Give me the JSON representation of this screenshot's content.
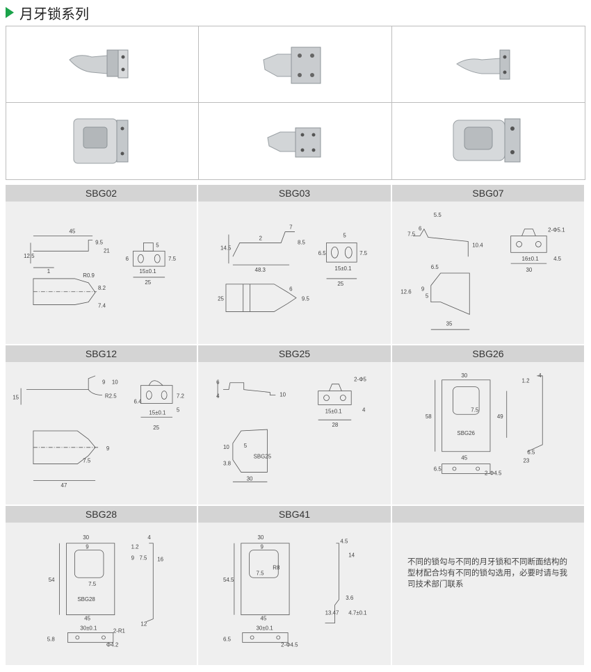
{
  "header": {
    "title": "月牙锁系列",
    "arrow_icon": "triangle-right-icon",
    "accent_color": "#1aa34a"
  },
  "photos": [
    "SBG02 part photo",
    "SBG03 part photo",
    "SBG07 part photo",
    "SBG12 part photo",
    "SBG25 part photo",
    "SBG26 part photo"
  ],
  "panels": [
    {
      "name": "SBG02",
      "dims": [
        "45",
        "12.5",
        "9.5",
        "21",
        "1",
        "R0.9",
        "8.2",
        "7.4",
        "5",
        "6",
        "7.5",
        "15±0.1",
        "25"
      ]
    },
    {
      "name": "SBG03",
      "dims": [
        "7",
        "2",
        "8.5",
        "14.5",
        "48.3",
        "6.5",
        "5",
        "7.5",
        "15±0.1",
        "25",
        "25",
        "6",
        "9.5"
      ]
    },
    {
      "name": "SBG07",
      "dims": [
        "5.5",
        "7.5",
        "6",
        "2-Φ5.1",
        "10.4",
        "16±0.1",
        "4.5",
        "30",
        "6.5",
        "12.6",
        "9",
        "5",
        "35"
      ]
    },
    {
      "name": "SBG12",
      "dims": [
        "9",
        "10",
        "15",
        "R2.5",
        "6.4",
        "7.2",
        "5",
        "15±0.1",
        "25",
        "9",
        "7.5",
        "47"
      ]
    },
    {
      "name": "SBG25",
      "dims": [
        "6",
        "4",
        "10",
        "2-Φ5",
        "15±0.1",
        "28",
        "4",
        "10",
        "5",
        "3.8",
        "30",
        "SBG25"
      ]
    },
    {
      "name": "SBG26",
      "dims": [
        "30",
        "1.2",
        "4",
        "58",
        "49",
        "7.5",
        "45",
        "6.5",
        "23",
        "6.5",
        "2-Φ4.5",
        "SBG26"
      ]
    },
    {
      "name": "SBG28",
      "dims": [
        "30",
        "1.2",
        "4",
        "9",
        "9",
        "7.5",
        "16",
        "54",
        "7.5",
        "SBG28",
        "45",
        "12",
        "30±0.1",
        "2-R1",
        "5.8",
        "Φ4.2"
      ]
    },
    {
      "name": "SBG41",
      "dims": [
        "30",
        "4.5",
        "9",
        "14",
        "54.5",
        "7.5",
        "R8",
        "3.6",
        "45",
        "13.47",
        "4.7±0.1",
        "30±0.1",
        "6.5",
        "2-Φ4.5"
      ]
    },
    {
      "name": "",
      "dims": []
    }
  ],
  "note": {
    "text": "不同的锁勾与不同的月牙锁和不同断面结构的型材配合均有不同的锁勾选用，必要时请与我司技术部门联系"
  }
}
